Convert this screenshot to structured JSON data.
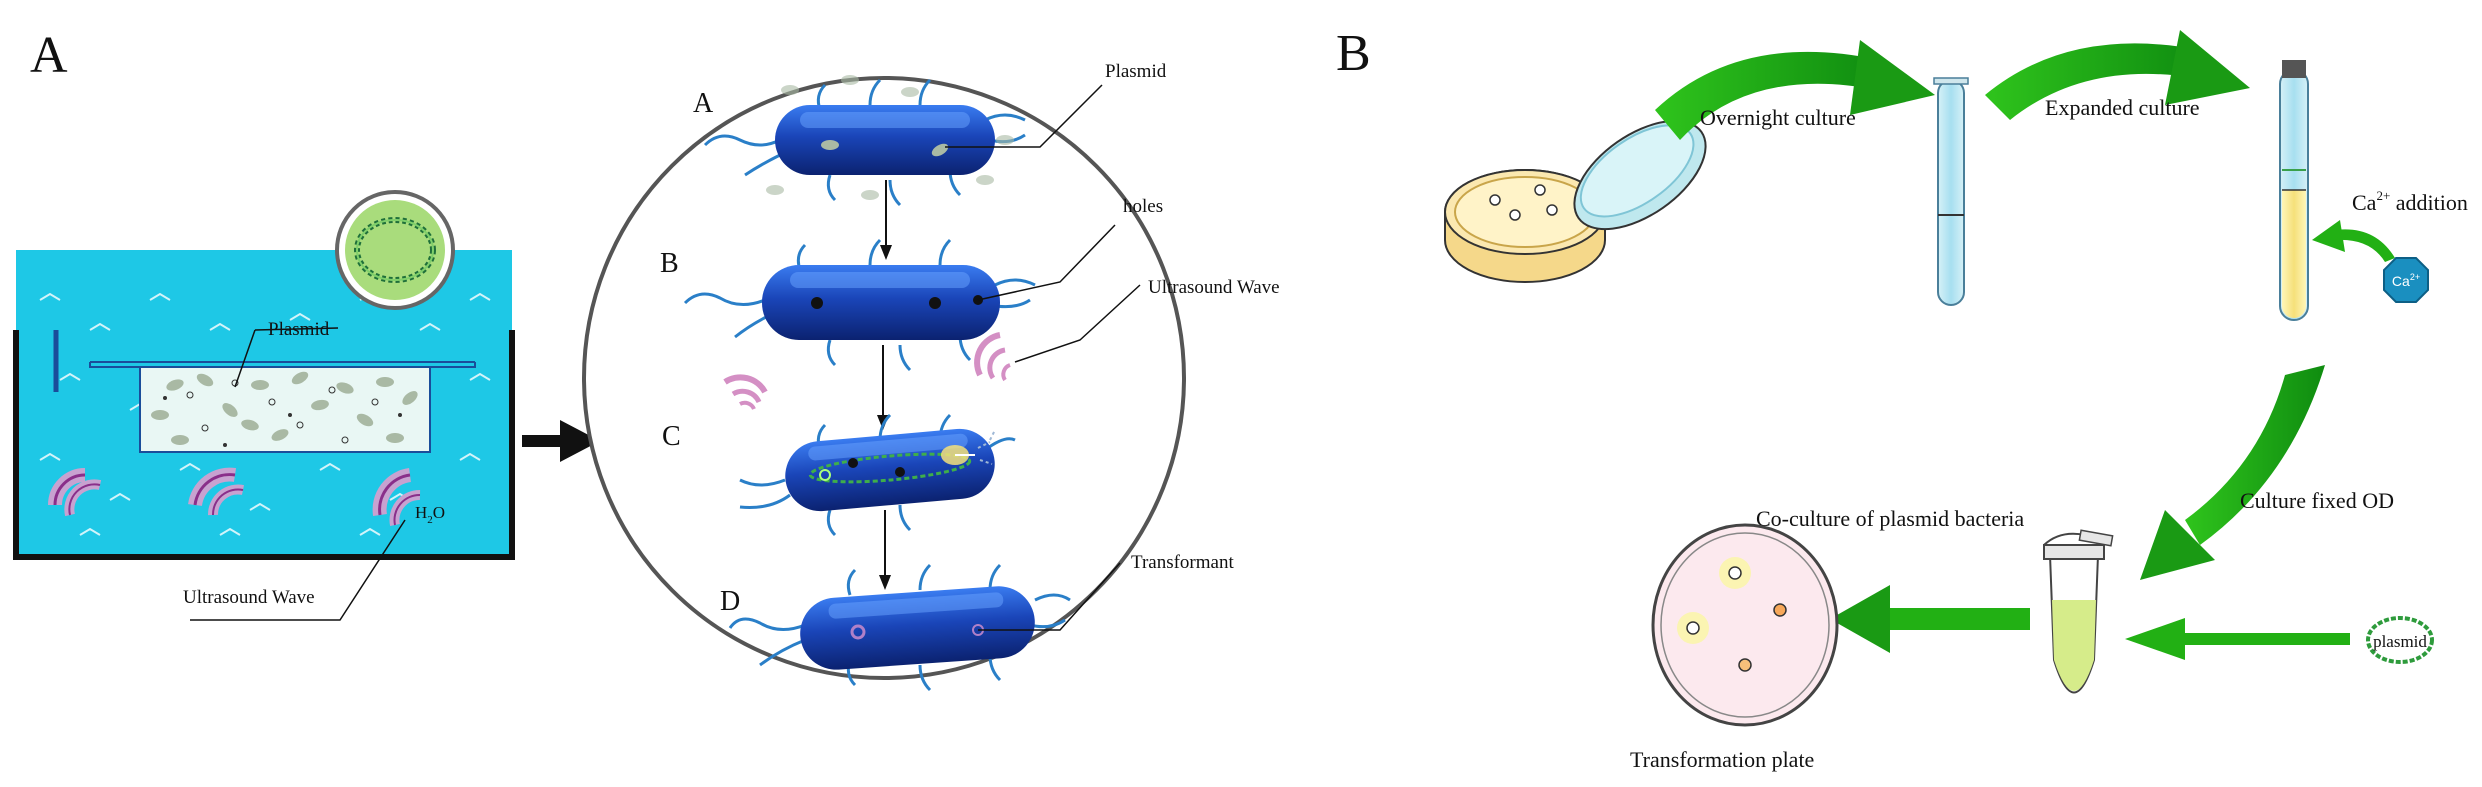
{
  "panel_a": {
    "label": "A",
    "bath": {
      "plasmid_label": "Plasmid",
      "water_label_main": "H",
      "water_label_sub": "2",
      "water_label_tail": "O",
      "ultrasound_label": "Ultrasound Wave"
    },
    "zoom": {
      "step_a": "A",
      "step_b": "B",
      "step_c": "C",
      "step_d": "D",
      "plasmid_label": "Plasmid",
      "holes_label": "holes",
      "ultrasound_label": "Ultrasound Wave",
      "transformant_label": "Transformant"
    }
  },
  "panel_b": {
    "label": "B",
    "overnight": "Overnight culture",
    "expanded": "Expanded culture",
    "ca_main": "Ca",
    "ca_sup": "2+",
    "ca_tail": " addition",
    "ca_badge_main": "Ca",
    "ca_badge_sup": "2+",
    "fixed_od": "Culture fixed OD",
    "coculture": "Co-culture of plasmid bacteria",
    "plasmid_badge": "plasmid",
    "plate": "Transformation plate"
  },
  "colors": {
    "bacteria": "#1a45b8",
    "water": "#1ec8e6",
    "arrow_green": "#22b014",
    "plasmid_green": "#2e9b3c",
    "ca_badge": "#1a8fc0"
  }
}
